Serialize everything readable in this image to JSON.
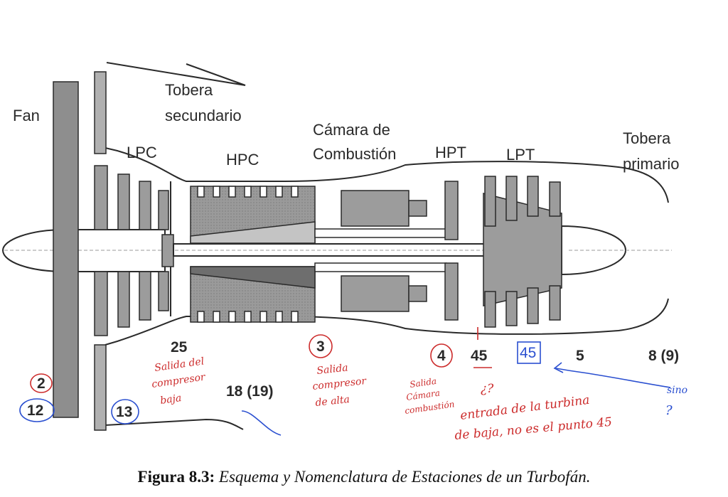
{
  "labels": {
    "fan": "Fan",
    "tobera_secundario_1": "Tobera",
    "tobera_secundario_2": "secundario",
    "lpc": "LPC",
    "hpc": "HPC",
    "camara_1": "Cámara de",
    "camara_2": "Combustión",
    "hpt": "HPT",
    "lpt": "LPT",
    "tobera_primario_1": "Tobera",
    "tobera_primario_2": "primario"
  },
  "stations": {
    "s2": "2",
    "s12": "12",
    "s13": "13",
    "s25": "25",
    "s18": "18 (19)",
    "s3": "3",
    "s4": "4",
    "s45": "45",
    "s45_box": "45",
    "s5": "5",
    "s8": "8 (9)"
  },
  "annotations": {
    "salida_lpc": [
      "Salida del",
      "compresor",
      "baja"
    ],
    "salida_hpc": [
      "Salida",
      "compresor",
      "de alta"
    ],
    "salida_cc": [
      "Salida",
      "Cámara",
      "combustión"
    ],
    "question": "¿?",
    "entrada_1": "entrada de la turbina",
    "entrada_2": "de baja, no es el punto 45",
    "sino": "sino",
    "sino_mark": "?"
  },
  "caption": {
    "figure": "Figura 8.3:",
    "text": "Esquema y Nomenclatura de Estaciones de un Turbofán."
  },
  "colors": {
    "ink": "#2a2a2a",
    "part_fill": "#9c9c9c",
    "part_dark": "#7c7c7c",
    "red_note": "#cc2b2b",
    "blue_note": "#2a4fd0"
  }
}
